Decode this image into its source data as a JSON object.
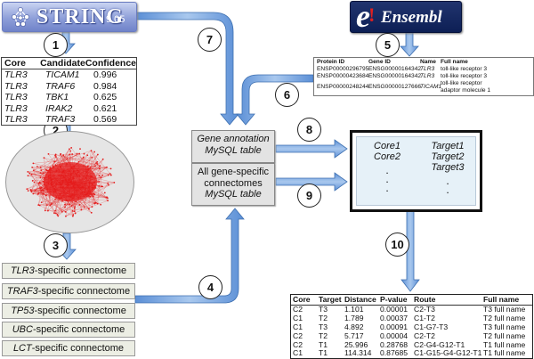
{
  "string_logo": {
    "word": "STRING",
    "version": "9.05"
  },
  "ensembl_logo": {
    "e": "e",
    "bang": "!",
    "word": "Ensembl"
  },
  "steps": [
    "1",
    "2",
    "3",
    "4",
    "5",
    "6",
    "7",
    "8",
    "9",
    "10"
  ],
  "candidate_table": {
    "headers": [
      "Core",
      "Candidate",
      "Confidence"
    ],
    "rows": [
      [
        "TLR3",
        "TICAM1",
        "0.996"
      ],
      [
        "TLR3",
        "TRAF6",
        "0.984"
      ],
      [
        "TLR3",
        "TBK1",
        "0.625"
      ],
      [
        "TLR3",
        "IRAK2",
        "0.621"
      ],
      [
        "TLR3",
        "TRAF3",
        "0.569"
      ]
    ]
  },
  "connectomes": [
    {
      "gene": "TLR3",
      "suffix": "-specific connectome"
    },
    {
      "gene": "TRAF3",
      "suffix": "-specific connectome"
    },
    {
      "gene": "TP53",
      "suffix": "-specific connectome"
    },
    {
      "gene": "UBC",
      "suffix": "-specific connectome"
    },
    {
      "gene": "LCT",
      "suffix": "-specific connectome"
    }
  ],
  "protein_table": {
    "headers": [
      "Protein ID",
      "Gene ID",
      "Name",
      "Full name"
    ],
    "rows": [
      {
        "protein": "ENSP00000296795",
        "gene": "ENSG00000164342",
        "name": "TLR3",
        "full": [
          "toll-like receptor 3"
        ]
      },
      {
        "protein": "ENSP00000423684",
        "gene": "ENSG00000164342",
        "name": "TLR3",
        "full": [
          "toll-like receptor 3"
        ]
      },
      {
        "protein": "ENSP00000248244",
        "gene": "ENSG00000127666",
        "name": "TICAM1",
        "full": [
          "toll-like receptor",
          "adaptor molecule 1"
        ]
      }
    ]
  },
  "gene_annotation_box": {
    "line1": "Gene annotation",
    "line2": "MySQL table"
  },
  "connectomes_box": {
    "line1": "All gene-specific",
    "line2": "connectomes",
    "line3": "MySQL table"
  },
  "core_target_panel": {
    "cores": [
      "Core1",
      "Core2"
    ],
    "targets": [
      "Target1",
      "Target2",
      "Target3"
    ],
    "dot": "."
  },
  "result_table": {
    "headers": [
      "Core",
      "Target",
      "Distance",
      "P-value",
      "Route",
      "Full name"
    ],
    "rows": [
      [
        "C2",
        "T3",
        "1.101",
        "0.00001",
        "C2-T3",
        "T3 full name"
      ],
      [
        "C1",
        "T2",
        "1.789",
        "0.00037",
        "C1-T2",
        "T2 full name"
      ],
      [
        "C1",
        "T3",
        "4.892",
        "0.00091",
        "C1-G7-T3",
        "T3 full name"
      ],
      [
        "C2",
        "T2",
        "5.717",
        "0.00004",
        "C2-T2",
        "T2 full name"
      ],
      [
        "C2",
        "T1",
        "25.996",
        "0.28768",
        "C2-G4-G12-T1",
        "T1 full name"
      ],
      [
        "C1",
        "T1",
        "114.314",
        "0.87685",
        "C1-G15-G4-G12-T1",
        "T1 full name"
      ]
    ]
  },
  "colors": {
    "arrow": "#6f9fd8",
    "arrow_outline": "#3d6fb0",
    "network": "#e51b1b",
    "string_blue": "#8e9fd9",
    "ensembl_navy": "#0d1f55"
  }
}
